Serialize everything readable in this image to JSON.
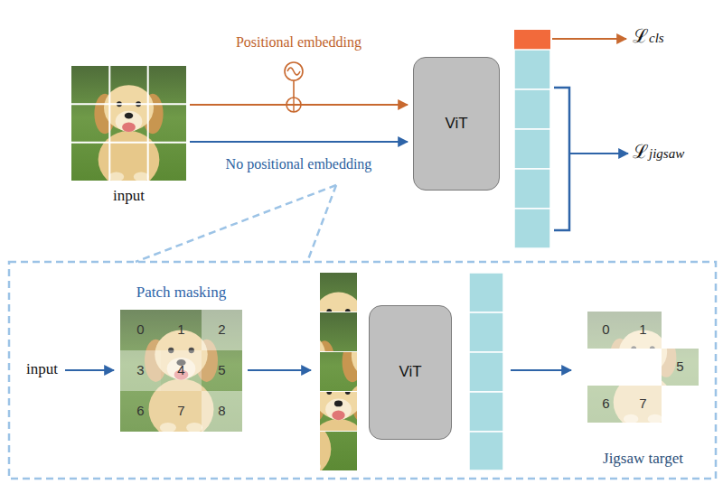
{
  "diagram": {
    "nodes": [
      {
        "text": [
          "input"
        ]
      },
      {
        "text": [
          "ViT"
        ]
      },
      {
        "text": [
          "Patch masking",
          "0",
          "1",
          "2",
          "3",
          "4",
          "5",
          "6",
          "7",
          "8"
        ]
      },
      {
        "text": [
          "ViT"
        ]
      },
      {
        "text": [
          "Jigsaw target",
          "0",
          "1",
          "5",
          "6",
          "7"
        ]
      }
    ],
    "edges": [
      {
        "from": 0,
        "to": 1,
        "arrow": "to",
        "label": "Positional embedding"
      },
      {
        "from": 0,
        "to": 1,
        "arrow": "to",
        "label": "No positional embedding"
      }
    ],
    "labels": [
      "ℒcls",
      "ℒjigsaw",
      "input"
    ]
  }
}
